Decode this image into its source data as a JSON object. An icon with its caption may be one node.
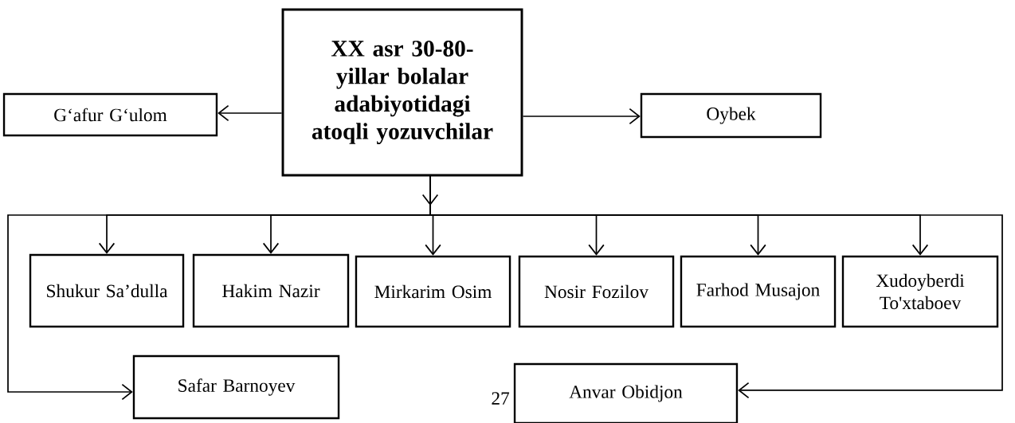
{
  "diagram": {
    "nodes": [
      {
        "text": [
          "XX asr 30-80-yillar bolalar adabiyotidagi atoqli yozuvchilar"
        ]
      },
      {
        "text": [
          "G‘afur G‘ulom"
        ]
      },
      {
        "text": [
          "Oybek"
        ]
      },
      {
        "text": [
          "Shukur Sa’dulla"
        ]
      },
      {
        "text": [
          "Hakim Nazir"
        ]
      },
      {
        "text": [
          "Mirkarim Osim"
        ]
      },
      {
        "text": [
          "Nosir Fozilov"
        ]
      },
      {
        "text": [
          "Farhod Musajon"
        ]
      },
      {
        "text": [
          "Xudoyberdi To'xtaboev"
        ]
      },
      {
        "text": [
          "Safar Barnoyev"
        ]
      },
      {
        "text": [
          "Anvar Obidjon"
        ]
      }
    ],
    "edges": [
      {
        "from": 0,
        "to": 1,
        "arrow": "to"
      },
      {
        "from": 0,
        "to": 2,
        "arrow": "to"
      },
      {
        "from": 0,
        "to": 3,
        "arrow": "to"
      },
      {
        "from": 0,
        "to": 4,
        "arrow": "to"
      },
      {
        "from": 0,
        "to": 5,
        "arrow": "to"
      },
      {
        "from": 0,
        "to": 6,
        "arrow": "to"
      },
      {
        "from": 0,
        "to": 7,
        "arrow": "to"
      },
      {
        "from": 0,
        "to": 8,
        "arrow": "to"
      },
      {
        "from": 0,
        "to": 9,
        "arrow": "to"
      },
      {
        "from": 0,
        "to": 10,
        "arrow": "to"
      }
    ],
    "labels": [
      "27"
    ]
  }
}
